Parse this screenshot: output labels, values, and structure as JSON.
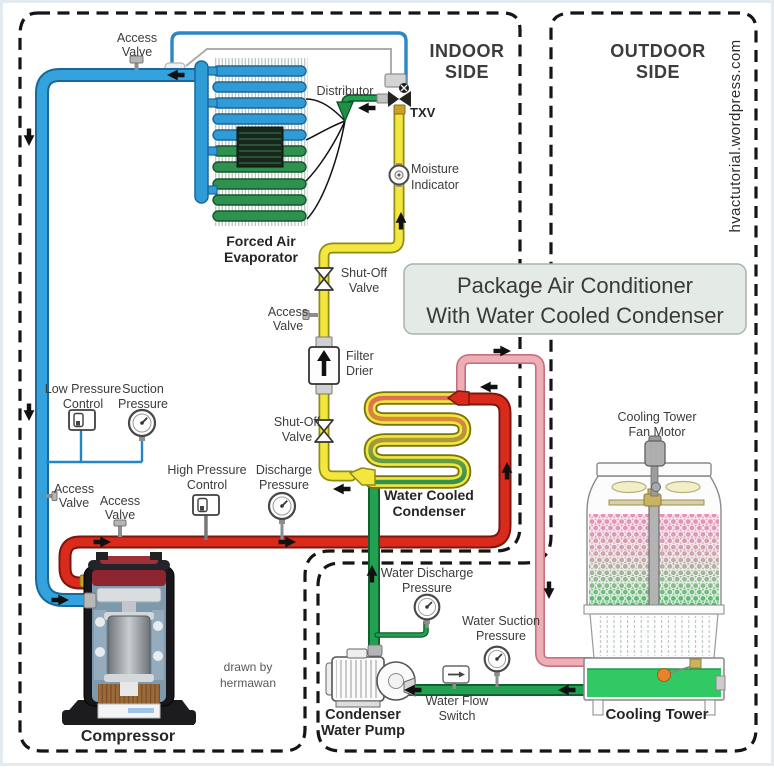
{
  "title": {
    "line1": "Package Air Conditioner",
    "line2": "With Water Cooled Condenser"
  },
  "zones": {
    "indoor": {
      "label": [
        "INDOOR",
        "SIDE"
      ],
      "color": "#1879BE"
    },
    "outdoor": {
      "label": [
        "OUTDOOR",
        "SIDE"
      ],
      "color": "#E02320"
    }
  },
  "watermark": "hvactutorial.wordpress.com",
  "credit": [
    "drawn by",
    "hermawan"
  ],
  "labels": {
    "access_valve_top": [
      "Access",
      "Valve"
    ],
    "distributor": "Distributor",
    "txv": "TXV",
    "moisture_indicator": [
      "Moisture",
      "Indicator"
    ],
    "forced_air_evaporator": [
      "Forced Air",
      "Evaporator"
    ],
    "shut_off_valve_upper": [
      "Shut-Off",
      "Valve"
    ],
    "access_valve_liquid": [
      "Access",
      "Valve"
    ],
    "filter_drier": [
      "Filter",
      "Drier"
    ],
    "shut_off_valve_lower": [
      "Shut-Off",
      "Valve"
    ],
    "low_pressure_control": [
      "Low Pressure",
      "Control"
    ],
    "suction_pressure": [
      "Suction",
      "Pressure"
    ],
    "high_pressure_control": [
      "High Pressure",
      "Control"
    ],
    "discharge_pressure": [
      "Discharge",
      "Pressure"
    ],
    "access_valve_suction": [
      "Access",
      "Valve"
    ],
    "access_valve_discharge": [
      "Access",
      "Valve"
    ],
    "water_cooled_condenser": [
      "Water Cooled",
      "Condenser"
    ],
    "compressor": "Compressor",
    "cooling_tower_fan_motor": [
      "Cooling Tower",
      "Fan Motor"
    ],
    "water_discharge_pressure": [
      "Water Discharge",
      "Pressure"
    ],
    "water_suction_pressure": [
      "Water Suction",
      "Pressure"
    ],
    "water_flow_switch": [
      "Water Flow",
      "Switch"
    ],
    "condenser_water_pump": [
      "Condenser",
      "Water Pump"
    ],
    "cooling_tower": "Cooling Tower"
  },
  "colors": {
    "suction_line": "#34A2DC",
    "discharge_line": "#DA2A1C",
    "liquid_line": "#F3E63E",
    "water_supply": "#23A152",
    "water_return": "#EDAEB6"
  }
}
